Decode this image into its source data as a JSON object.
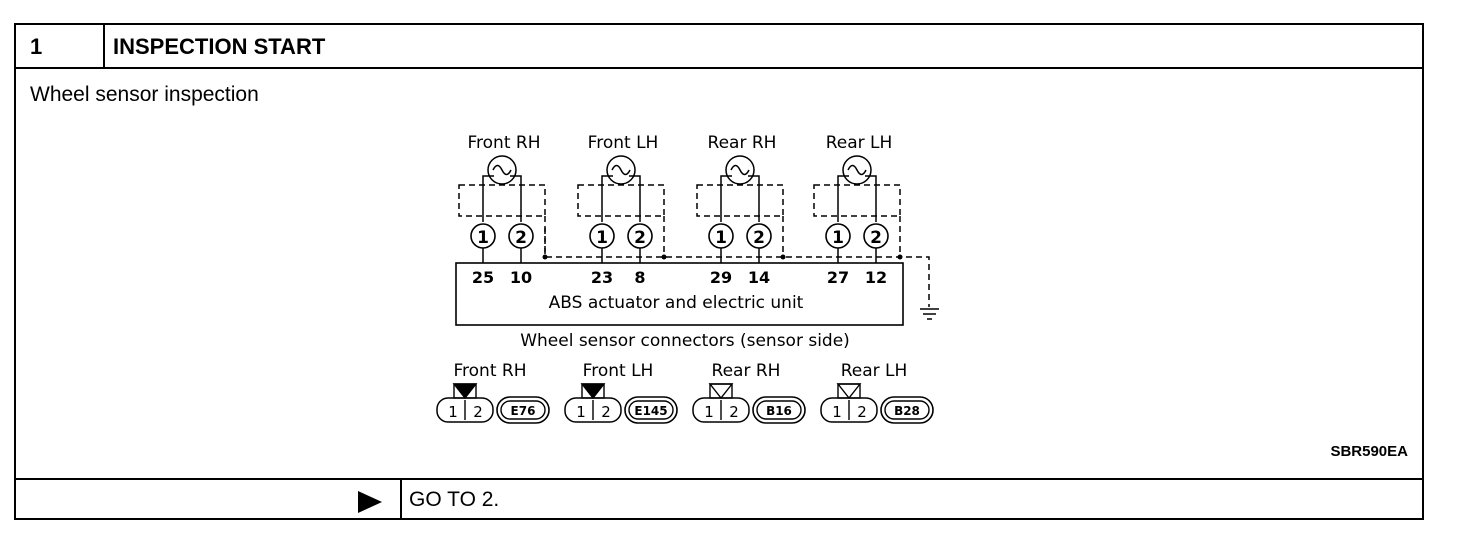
{
  "step": {
    "number": "1",
    "title": "INSPECTION START",
    "text": "Wheel sensor inspection",
    "next": "GO TO 2."
  },
  "diagram": {
    "sensors": [
      {
        "name": "Front RH",
        "pins": [
          "1",
          "2"
        ],
        "terminals": [
          "25",
          "10"
        ]
      },
      {
        "name": "Front LH",
        "pins": [
          "1",
          "2"
        ],
        "terminals": [
          "23",
          "8"
        ]
      },
      {
        "name": "Rear RH",
        "pins": [
          "1",
          "2"
        ],
        "terminals": [
          "29",
          "14"
        ]
      },
      {
        "name": "Rear LH",
        "pins": [
          "1",
          "2"
        ],
        "terminals": [
          "27",
          "12"
        ]
      }
    ],
    "unit_label": "ABS actuator and electric unit",
    "connectors_title": "Wheel sensor connectors (sensor side)",
    "connectors": [
      {
        "name": "Front RH",
        "pin1": "1",
        "pin2": "2",
        "code": "E76",
        "key_filled": true
      },
      {
        "name": "Front LH",
        "pin1": "1",
        "pin2": "2",
        "code": "E145",
        "key_filled": true
      },
      {
        "name": "Rear RH",
        "pin1": "1",
        "pin2": "2",
        "code": "B16",
        "key_filled": false
      },
      {
        "name": "Rear LH",
        "pin1": "1",
        "pin2": "2",
        "code": "B28",
        "key_filled": false
      }
    ],
    "figure_code": "SBR590EA"
  }
}
